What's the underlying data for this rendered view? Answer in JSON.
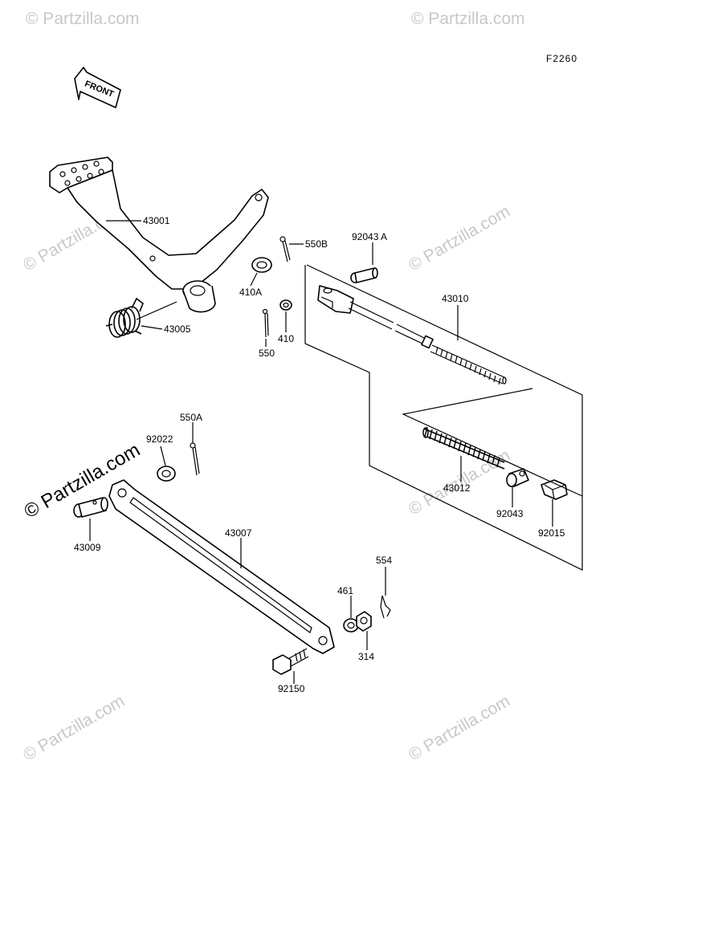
{
  "figure_code": "F2260",
  "front_label": "FRONT",
  "watermark": "© Partzilla.com",
  "parts": {
    "p43001": "43001",
    "p43005": "43005",
    "p550B": "550B",
    "p410A": "410A",
    "p410": "410",
    "p550": "550",
    "p92043A": "92043 A",
    "p43010": "43010",
    "p43012": "43012",
    "p92043": "92043",
    "p92015": "92015",
    "p550A": "550A",
    "p92022": "92022",
    "p43009": "43009",
    "p43007": "43007",
    "p554": "554",
    "p461": "461",
    "p314": "314",
    "p92150": "92150"
  }
}
